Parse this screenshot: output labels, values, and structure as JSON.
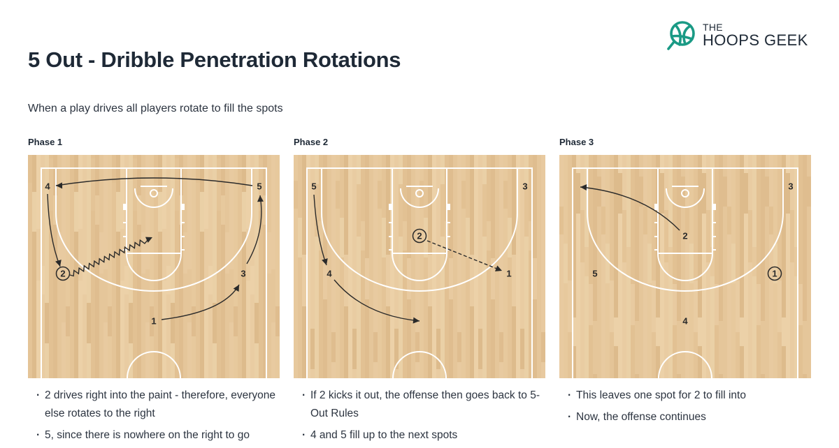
{
  "header": {
    "title": "5 Out - Dribble Penetration Rotations",
    "subtitle": "When a play drives all players rotate to fill the spots"
  },
  "logo": {
    "line1": "THE",
    "line2": "HOOPS GEEK",
    "icon": "basketball-icon",
    "brand_color": "#1a9a85"
  },
  "colors": {
    "court_wood": "#e6c79a",
    "court_lines": "#ffffff",
    "ink": "#2a2a2a"
  },
  "phases": [
    {
      "label": "Phase 1",
      "notes": [
        "2 drives right into the paint - therefore, everyone else rotates to the right",
        "5, since there is nowhere on the right to go"
      ],
      "players": [
        {
          "id": "4",
          "spot": "left-corner",
          "ball": false
        },
        {
          "id": "5",
          "spot": "right-corner",
          "ball": false
        },
        {
          "id": "2",
          "spot": "left-wing",
          "ball": true
        },
        {
          "id": "3",
          "spot": "right-wing",
          "ball": false
        },
        {
          "id": "1",
          "spot": "top",
          "ball": false
        }
      ],
      "movements": [
        {
          "from": "2",
          "to": "paint",
          "type": "dribble"
        },
        {
          "from": "5",
          "to": "left-corner",
          "type": "cut"
        },
        {
          "from": "4",
          "to": "left-wing",
          "type": "cut"
        },
        {
          "from": "3",
          "to": "right-corner",
          "type": "cut"
        },
        {
          "from": "1",
          "to": "right-wing",
          "type": "cut"
        }
      ]
    },
    {
      "label": "Phase 2",
      "notes": [
        "If 2 kicks it out, the offense then goes back to 5-Out Rules",
        "4 and 5 fill up to the next spots"
      ],
      "players": [
        {
          "id": "5",
          "spot": "left-corner",
          "ball": false
        },
        {
          "id": "3",
          "spot": "right-corner",
          "ball": false
        },
        {
          "id": "2",
          "spot": "paint",
          "ball": true
        },
        {
          "id": "4",
          "spot": "left-wing",
          "ball": false
        },
        {
          "id": "1",
          "spot": "right-wing",
          "ball": false
        }
      ],
      "movements": [
        {
          "from": "2",
          "to": "1",
          "type": "pass"
        },
        {
          "from": "5",
          "to": "left-wing",
          "type": "cut"
        },
        {
          "from": "4",
          "to": "top",
          "type": "cut"
        }
      ]
    },
    {
      "label": "Phase 3",
      "notes": [
        "This leaves one spot for 2 to fill into",
        "Now, the offense continues"
      ],
      "players": [
        {
          "id": "3",
          "spot": "right-corner",
          "ball": false
        },
        {
          "id": "2",
          "spot": "paint",
          "ball": false
        },
        {
          "id": "5",
          "spot": "left-wing",
          "ball": false
        },
        {
          "id": "1",
          "spot": "right-wing",
          "ball": true
        },
        {
          "id": "4",
          "spot": "top",
          "ball": false
        }
      ],
      "movements": [
        {
          "from": "2",
          "to": "left-corner",
          "type": "cut"
        }
      ]
    }
  ]
}
